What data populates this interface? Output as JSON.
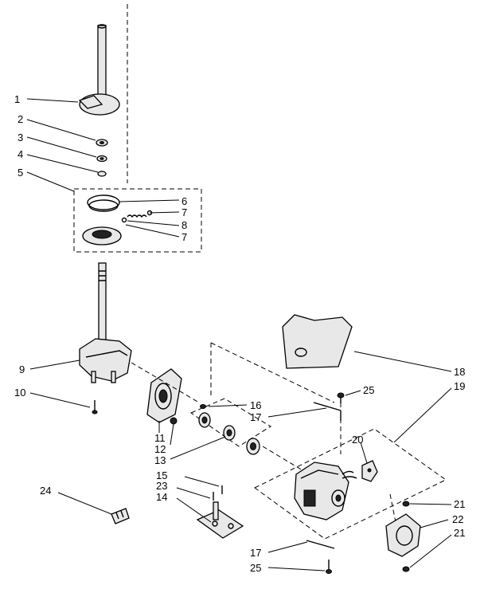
{
  "callouts": [
    {
      "id": "c1",
      "text": "1"
    },
    {
      "id": "c2",
      "text": "2"
    },
    {
      "id": "c3",
      "text": "3"
    },
    {
      "id": "c4",
      "text": "4"
    },
    {
      "id": "c5",
      "text": "5"
    },
    {
      "id": "c6",
      "text": "6"
    },
    {
      "id": "c7a",
      "text": "7"
    },
    {
      "id": "c8",
      "text": "8"
    },
    {
      "id": "c7b",
      "text": "7"
    },
    {
      "id": "c9",
      "text": "9"
    },
    {
      "id": "c10",
      "text": "10"
    },
    {
      "id": "c11",
      "text": "11"
    },
    {
      "id": "c12",
      "text": "12"
    },
    {
      "id": "c13",
      "text": "13"
    },
    {
      "id": "c14",
      "text": "14"
    },
    {
      "id": "c15",
      "text": "15"
    },
    {
      "id": "c16",
      "text": "16"
    },
    {
      "id": "c17a",
      "text": "17"
    },
    {
      "id": "c17b",
      "text": "17"
    },
    {
      "id": "c18",
      "text": "18"
    },
    {
      "id": "c19",
      "text": "19"
    },
    {
      "id": "c20",
      "text": "20"
    },
    {
      "id": "c21a",
      "text": "21"
    },
    {
      "id": "c21b",
      "text": "21"
    },
    {
      "id": "c22",
      "text": "22"
    },
    {
      "id": "c23",
      "text": "23"
    },
    {
      "id": "c24",
      "text": "24"
    },
    {
      "id": "c25a",
      "text": "25"
    },
    {
      "id": "c25b",
      "text": "25"
    }
  ]
}
